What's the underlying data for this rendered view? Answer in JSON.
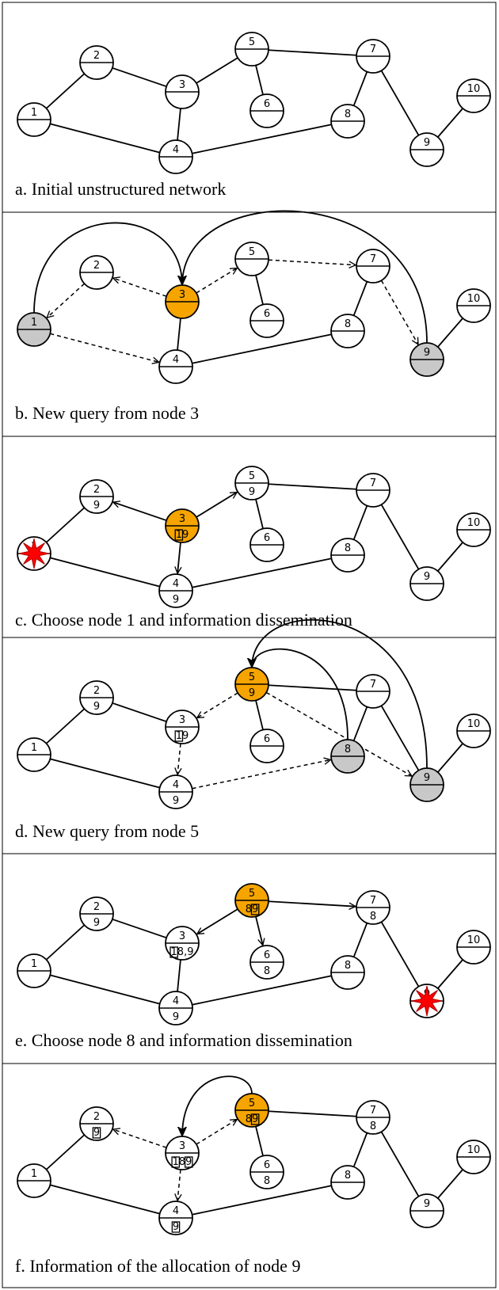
{
  "colors": {
    "active": "#f5a400",
    "visited": "#c8c8c8",
    "normal": "#ffffff",
    "star_outer": "#ff0000",
    "star_inner": "#b00000"
  },
  "panels": [
    {
      "caption": "a. Initial unstructured network",
      "nodes": [
        {
          "id": "1",
          "fill": "normal"
        },
        {
          "id": "2",
          "fill": "normal"
        },
        {
          "id": "3",
          "fill": "normal"
        },
        {
          "id": "4",
          "fill": "normal"
        },
        {
          "id": "5",
          "fill": "normal"
        },
        {
          "id": "6",
          "fill": "normal"
        },
        {
          "id": "7",
          "fill": "normal"
        },
        {
          "id": "8",
          "fill": "normal"
        },
        {
          "id": "9",
          "fill": "normal"
        },
        {
          "id": "10",
          "fill": "normal"
        }
      ],
      "edges": [
        [
          "1",
          "2"
        ],
        [
          "2",
          "3"
        ],
        [
          "1",
          "4"
        ],
        [
          "3",
          "4"
        ],
        [
          "3",
          "5"
        ],
        [
          "5",
          "6"
        ],
        [
          "5",
          "7"
        ],
        [
          "4",
          "8"
        ],
        [
          "7",
          "8"
        ],
        [
          "7",
          "9"
        ],
        [
          "9",
          "10"
        ]
      ],
      "arrows": [],
      "arcs": []
    },
    {
      "caption": "b. New query from node 3",
      "nodes": [
        {
          "id": "1",
          "fill": "visited"
        },
        {
          "id": "2",
          "fill": "normal"
        },
        {
          "id": "3",
          "fill": "active"
        },
        {
          "id": "4",
          "fill": "normal"
        },
        {
          "id": "5",
          "fill": "normal"
        },
        {
          "id": "6",
          "fill": "normal"
        },
        {
          "id": "7",
          "fill": "normal"
        },
        {
          "id": "8",
          "fill": "normal"
        },
        {
          "id": "9",
          "fill": "visited"
        },
        {
          "id": "10",
          "fill": "normal"
        }
      ],
      "edges": [
        [
          "3",
          "4"
        ],
        [
          "5",
          "6"
        ],
        [
          "4",
          "8"
        ],
        [
          "7",
          "8"
        ],
        [
          "9",
          "10"
        ]
      ],
      "arrows": [
        {
          "from": "3",
          "to": "2",
          "dashed": true
        },
        {
          "from": "2",
          "to": "1",
          "dashed": true
        },
        {
          "from": "1",
          "to": "4",
          "dashed": true
        },
        {
          "from": "3",
          "to": "5",
          "dashed": true
        },
        {
          "from": "5",
          "to": "7",
          "dashed": true
        },
        {
          "from": "7",
          "to": "9",
          "dashed": true
        }
      ],
      "arcs": [
        {
          "from": "1",
          "to": "3",
          "rise": 110
        },
        {
          "from": "9",
          "to": "3",
          "rise": 135
        }
      ]
    },
    {
      "caption": "c. Choose node 1 and information dissemination",
      "nodes": [
        {
          "id": "1",
          "fill": "normal",
          "star": true
        },
        {
          "id": "2",
          "fill": "normal",
          "bottom": [
            {
              "t": "9"
            }
          ]
        },
        {
          "id": "3",
          "fill": "active",
          "bottom": [
            {
              "t": "1",
              "box": true
            },
            {
              "t": "9"
            }
          ]
        },
        {
          "id": "4",
          "fill": "normal",
          "bottom": [
            {
              "t": "9"
            }
          ]
        },
        {
          "id": "5",
          "fill": "normal",
          "bottom": [
            {
              "t": "9"
            }
          ]
        },
        {
          "id": "6",
          "fill": "normal"
        },
        {
          "id": "7",
          "fill": "normal"
        },
        {
          "id": "8",
          "fill": "normal"
        },
        {
          "id": "9",
          "fill": "normal"
        },
        {
          "id": "10",
          "fill": "normal"
        }
      ],
      "edges": [
        [
          "1",
          "2"
        ],
        [
          "1",
          "4"
        ],
        [
          "5",
          "6"
        ],
        [
          "5",
          "7"
        ],
        [
          "4",
          "8"
        ],
        [
          "7",
          "8"
        ],
        [
          "7",
          "9"
        ],
        [
          "9",
          "10"
        ]
      ],
      "arrows": [
        {
          "from": "3",
          "to": "2",
          "dashed": false
        },
        {
          "from": "3",
          "to": "4",
          "dashed": false
        },
        {
          "from": "3",
          "to": "5",
          "dashed": false
        }
      ],
      "arcs": []
    },
    {
      "caption": "d. New query from node 5",
      "nodes": [
        {
          "id": "1",
          "fill": "normal"
        },
        {
          "id": "2",
          "fill": "normal",
          "bottom": [
            {
              "t": "9"
            }
          ]
        },
        {
          "id": "3",
          "fill": "normal",
          "bottom": [
            {
              "t": "1",
              "box": true
            },
            {
              "t": "9"
            }
          ]
        },
        {
          "id": "4",
          "fill": "normal",
          "bottom": [
            {
              "t": "9"
            }
          ]
        },
        {
          "id": "5",
          "fill": "active",
          "bottom": [
            {
              "t": "9"
            }
          ]
        },
        {
          "id": "6",
          "fill": "normal"
        },
        {
          "id": "7",
          "fill": "normal"
        },
        {
          "id": "8",
          "fill": "visited"
        },
        {
          "id": "9",
          "fill": "visited"
        },
        {
          "id": "10",
          "fill": "normal"
        }
      ],
      "edges": [
        [
          "1",
          "2"
        ],
        [
          "2",
          "3"
        ],
        [
          "1",
          "4"
        ],
        [
          "5",
          "6"
        ],
        [
          "5",
          "7"
        ],
        [
          "7",
          "8"
        ],
        [
          "7",
          "9"
        ],
        [
          "9",
          "10"
        ]
      ],
      "arrows": [
        {
          "from": "5",
          "to": "3",
          "dashed": true
        },
        {
          "from": "3",
          "to": "4",
          "dashed": true
        },
        {
          "from": "4",
          "to": "8",
          "dashed": true
        },
        {
          "from": "5",
          "to": "9",
          "dashed": true
        }
      ],
      "arcs": [
        {
          "from": "8",
          "to": "5",
          "rise": 40
        },
        {
          "from": "9",
          "to": "5",
          "rise": 95
        }
      ]
    },
    {
      "caption": "e. Choose node 8 and information dissemination",
      "nodes": [
        {
          "id": "1",
          "fill": "normal"
        },
        {
          "id": "2",
          "fill": "normal",
          "bottom": [
            {
              "t": "9"
            }
          ]
        },
        {
          "id": "3",
          "fill": "normal",
          "bottom": [
            {
              "t": "1",
              "box": true
            },
            {
              "t": "8,9"
            }
          ]
        },
        {
          "id": "4",
          "fill": "normal",
          "bottom": [
            {
              "t": "9"
            }
          ]
        },
        {
          "id": "5",
          "fill": "active",
          "bottom": [
            {
              "t": "8"
            },
            {
              "t": "9",
              "box": true
            }
          ]
        },
        {
          "id": "6",
          "fill": "normal",
          "bottom": [
            {
              "t": "8"
            }
          ]
        },
        {
          "id": "7",
          "fill": "normal",
          "bottom": [
            {
              "t": "8"
            }
          ]
        },
        {
          "id": "8",
          "fill": "normal"
        },
        {
          "id": "9",
          "fill": "normal",
          "star": true
        },
        {
          "id": "10",
          "fill": "normal"
        }
      ],
      "edges": [
        [
          "1",
          "2"
        ],
        [
          "2",
          "3"
        ],
        [
          "1",
          "4"
        ],
        [
          "3",
          "4"
        ],
        [
          "4",
          "8"
        ],
        [
          "7",
          "8"
        ],
        [
          "7",
          "9"
        ],
        [
          "9",
          "10"
        ]
      ],
      "arrows": [
        {
          "from": "5",
          "to": "3",
          "dashed": false
        },
        {
          "from": "5",
          "to": "6",
          "dashed": false
        },
        {
          "from": "5",
          "to": "7",
          "dashed": false
        }
      ],
      "arcs": []
    },
    {
      "caption": "f. Information of the allocation of node 9",
      "nodes": [
        {
          "id": "1",
          "fill": "normal"
        },
        {
          "id": "2",
          "fill": "normal",
          "bottom": [
            {
              "t": "9",
              "box": true
            }
          ]
        },
        {
          "id": "3",
          "fill": "normal",
          "bottom": [
            {
              "t": "1",
              "box": true
            },
            {
              "t": "8"
            },
            {
              "t": "9",
              "box": true
            }
          ]
        },
        {
          "id": "4",
          "fill": "normal",
          "bottom": [
            {
              "t": "9",
              "box": true
            }
          ]
        },
        {
          "id": "5",
          "fill": "active",
          "bottom": [
            {
              "t": "8"
            },
            {
              "t": "9",
              "box": true
            }
          ]
        },
        {
          "id": "6",
          "fill": "normal",
          "bottom": [
            {
              "t": "8"
            }
          ]
        },
        {
          "id": "7",
          "fill": "normal",
          "bottom": [
            {
              "t": "8"
            }
          ]
        },
        {
          "id": "8",
          "fill": "normal"
        },
        {
          "id": "9",
          "fill": "normal"
        },
        {
          "id": "10",
          "fill": "normal"
        }
      ],
      "edges": [
        [
          "1",
          "2"
        ],
        [
          "1",
          "4"
        ],
        [
          "5",
          "6"
        ],
        [
          "5",
          "7"
        ],
        [
          "4",
          "8"
        ],
        [
          "7",
          "8"
        ],
        [
          "7",
          "9"
        ],
        [
          "9",
          "10"
        ]
      ],
      "arrows": [
        {
          "from": "3",
          "to": "2",
          "dashed": true
        },
        {
          "from": "3",
          "to": "5",
          "dashed": true
        },
        {
          "from": "3",
          "to": "4",
          "dashed": true
        }
      ],
      "arcs": [
        {
          "from": "5",
          "to": "3",
          "rise": 35
        }
      ]
    }
  ]
}
